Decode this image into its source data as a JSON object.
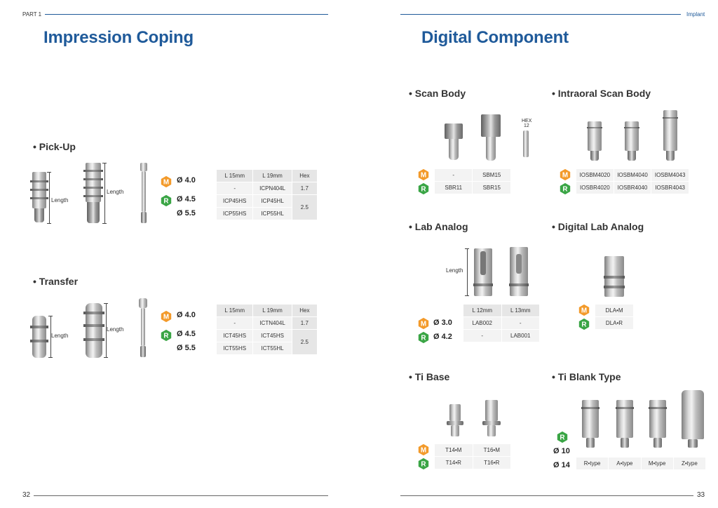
{
  "header": {
    "part_label": "PART 1",
    "right_label": "Implant"
  },
  "left_page": {
    "title": "Impression Coping",
    "pickup": {
      "title": "• Pick-Up",
      "length_label_1": "Length",
      "length_label_2": "Length",
      "badges": [
        {
          "letter": "M",
          "color": "#f39a2a"
        },
        {
          "letter": "R",
          "color": "#3aa545"
        }
      ],
      "diameters": [
        "Ø 4.0",
        "Ø 4.5",
        "Ø 5.5"
      ],
      "table": {
        "headers": [
          "L 15mm",
          "L 19mm",
          "Hex"
        ],
        "rows": [
          [
            "-",
            "ICPN404L",
            "1.7"
          ],
          [
            "ICP45HS",
            "ICP45HL",
            "2.5"
          ],
          [
            "ICP55HS",
            "ICP55HL",
            ""
          ]
        ]
      }
    },
    "transfer": {
      "title": "• Transfer",
      "length_label_1": "Length",
      "length_label_2": "Length",
      "diameters": [
        "Ø 4.0",
        "Ø 4.5",
        "Ø 5.5"
      ],
      "table": {
        "headers": [
          "L 15mm",
          "L 19mm",
          "Hex"
        ],
        "rows": [
          [
            "-",
            "ICTN404L",
            "1.7"
          ],
          [
            "ICT45HS",
            "ICT45HS",
            "2.5"
          ],
          [
            "ICT55HS",
            "ICT55HL",
            ""
          ]
        ]
      }
    },
    "page_number": "32"
  },
  "right_page": {
    "title": "Digital Component",
    "scan_body": {
      "title": "• Scan Body",
      "hex_label": "HEX",
      "hex_value": "12",
      "rows": [
        [
          "-",
          "SBM15"
        ],
        [
          "SBR11",
          "SBR15"
        ]
      ]
    },
    "intraoral_scan_body": {
      "title": "• Intraoral Scan Body",
      "rows": [
        [
          "IOSBM4020",
          "IOSBM4040",
          "IOSBM4043"
        ],
        [
          "IOSBR4020",
          "IOSBR4040",
          "IOSBR4043"
        ]
      ]
    },
    "lab_analog": {
      "title": "• Lab Analog",
      "length_label": "Length",
      "diameters": [
        "Ø 3.0",
        "Ø 4.2"
      ],
      "headers": [
        "L 12mm",
        "L 13mm"
      ],
      "rows": [
        [
          "LAB002",
          "-"
        ],
        [
          "-",
          "LAB001"
        ]
      ]
    },
    "digital_lab_analog": {
      "title": "• Digital Lab Analog",
      "rows": [
        [
          "DLA•M"
        ],
        [
          "DLA•R"
        ]
      ]
    },
    "ti_base": {
      "title": "• Ti Base",
      "rows": [
        [
          "T14•M",
          "T16•M"
        ],
        [
          "T14•R",
          "T16•R"
        ]
      ]
    },
    "ti_blank": {
      "title": "• Ti Blank Type",
      "diameters": [
        "Ø 10",
        "Ø 14"
      ],
      "types": [
        "R•type",
        "A•type",
        "M•type",
        "Z•type"
      ]
    },
    "page_number": "33"
  },
  "colors": {
    "title_blue": "#1f5a9a",
    "badge_m": "#f39a2a",
    "badge_r": "#3aa545"
  }
}
